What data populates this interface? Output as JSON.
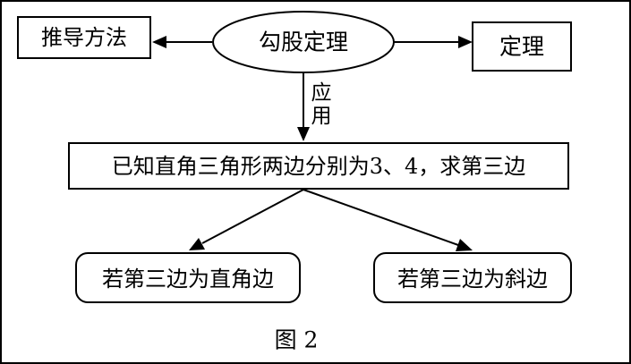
{
  "nodes": {
    "center": "勾股定理",
    "left": "推导方法",
    "right": "定理",
    "problem": "已知直角三角形两边分别为3、4，求第三边",
    "case_leg": "若第三边为直角边",
    "case_hyp": "若第三边为斜边"
  },
  "edge_labels": {
    "apply_1": "应",
    "apply_2": "用"
  },
  "caption": "图 2"
}
